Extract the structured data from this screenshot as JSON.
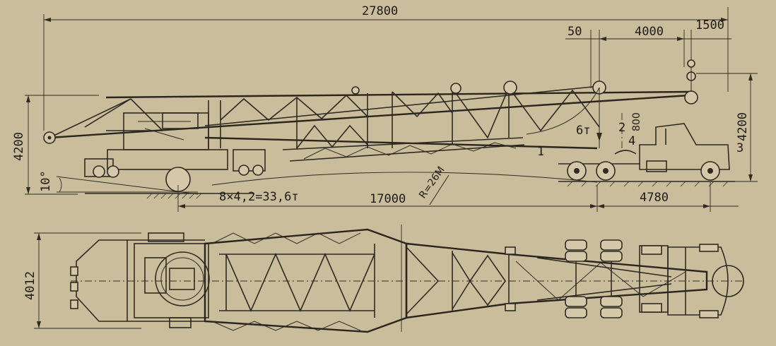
{
  "dimensions": {
    "overall_length": "27800",
    "offset_top_a": "50",
    "offset_top_b": "4000",
    "offset_top_c": "1500",
    "height_left": "4200",
    "height_right": "4200",
    "angle": "10°",
    "axle_load": "8×4,2=33,6т",
    "wheelbase": "17000",
    "turn_radius": "R=26М",
    "rear_length": "4780",
    "plan_width": "4012",
    "small_dim": "800"
  },
  "callouts": {
    "load": "6т",
    "part_1": "1",
    "part_2": "2",
    "part_3": "3",
    "part_4": "4"
  }
}
